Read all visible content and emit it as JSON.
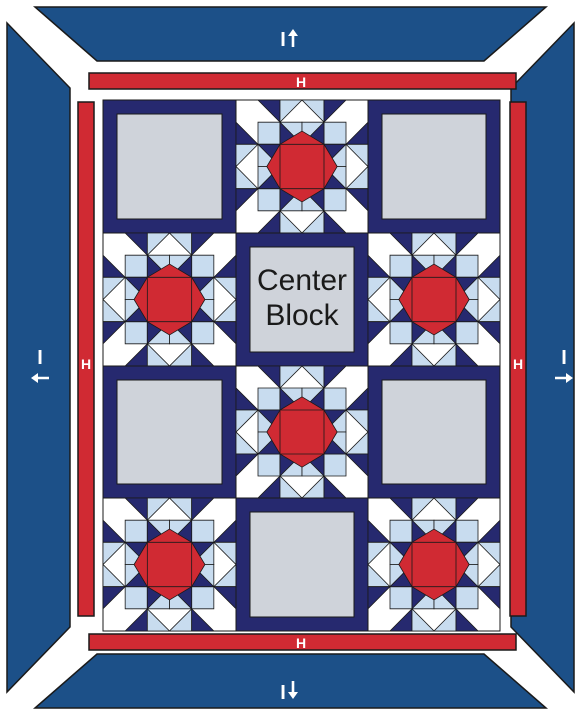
{
  "colors": {
    "outer_border": "#1c5088",
    "inner_border": "#d02a33",
    "sashing": "#26296f",
    "setting_square": "#cfd3da",
    "star_center": "#d02a33",
    "star_light": "#c8dcef",
    "star_dark": "#26296f",
    "background": "#ffffff",
    "outline": "#1a1a1a"
  },
  "center_block": {
    "line1": "Center",
    "line2": "Block"
  },
  "markers": {
    "top": {
      "letter": "I",
      "arrow": "up"
    },
    "bottom": {
      "letter": "I",
      "arrow": "down"
    },
    "left": {
      "letter": "I",
      "arrow": "left"
    },
    "right": {
      "letter": "I",
      "arrow": "right"
    },
    "inner_border_letter": "H"
  }
}
